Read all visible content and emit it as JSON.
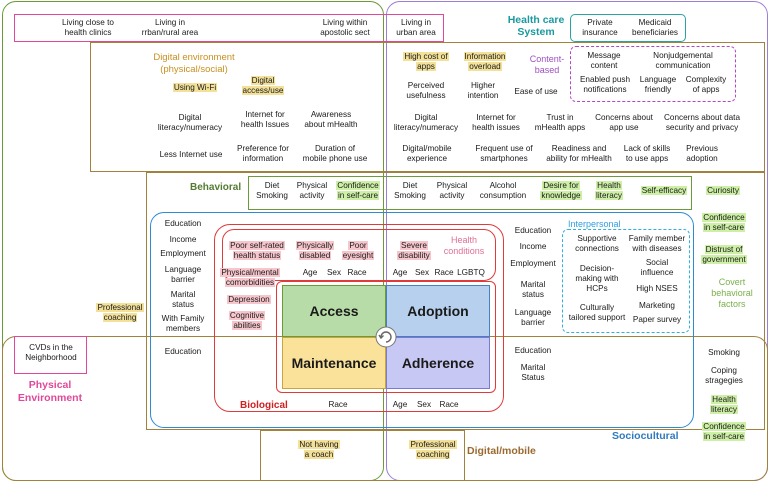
{
  "labels": {
    "health_care_system_1": "Health care",
    "health_care_system_2": "System",
    "digital_environment_1": "Digital environment",
    "digital_environment_2": "(physical/social)",
    "content_based_1": "Content-",
    "content_based_2": "based",
    "behavioral": "Behavioral",
    "health_conditions_1": "Health",
    "health_conditions_2": "conditions",
    "interpersonal": "Interpersonal",
    "covert_1": "Covert",
    "covert_2": "behavioral",
    "covert_3": "factors",
    "physical_environment_1": "Physical",
    "physical_environment_2": "Environment",
    "biological": "Biological",
    "sociocultural": "Sociocultural",
    "digital_mobile": "Digital/mobile"
  },
  "center": {
    "access": "Access",
    "adoption": "Adoption",
    "maintenance": "Maintenance",
    "adherence": "Adherence"
  },
  "top_row": {
    "living_close_1": "Living close to",
    "living_close_2": "health clinics",
    "living_rrban_1": "Living in",
    "living_rrban_2": "rrban/rural area",
    "living_within_1": "Living within",
    "living_within_2": "apostolic sect",
    "living_urban_1": "Living in",
    "living_urban_2": "urban area",
    "private_1": "Private",
    "private_2": "insurance",
    "medicaid_1": "Medicaid",
    "medicaid_2": "beneficiaries"
  },
  "digital_env": {
    "using_wifi": "Using Wi-Fi",
    "digital_access_1": "Digital",
    "digital_access_2": "access/use",
    "lit_1": "Digital",
    "lit_2": "literacy/numeracy",
    "inet_1": "Internet for",
    "inet_2": "health Issues",
    "aware_1": "Awareness",
    "aware_2": "about mHealth",
    "less_internet": "Less Internet use",
    "pref_1": "Preference for",
    "pref_2": "information",
    "dur_1": "Duration of",
    "dur_2": "mobile phone use"
  },
  "digital_right": {
    "high_cost_1": "High cost of",
    "high_cost_2": "apps",
    "info_1": "Information",
    "info_2": "overload",
    "perc_1": "Perceived",
    "perc_2": "usefulness",
    "higher_1": "Higher",
    "higher_2": "intention",
    "ease": "Ease of use",
    "lit_1": "Digital",
    "lit_2": "literacy/numeracy",
    "inet_1": "Internet for",
    "inet_2": "health issues",
    "trust_1": "Trust in",
    "trust_2": "mHealth apps",
    "concern_app_1": "Concerns about",
    "concern_app_2": "app use",
    "concern_data_1": "Concerns about data",
    "concern_data_2": "security and privacy",
    "dm_1": "Digital/mobile",
    "dm_2": "experience",
    "freq_1": "Frequent use of",
    "freq_2": "smartphones",
    "ready_1": "Readiness and",
    "ready_2": "ability for mHealth",
    "lack_1": "Lack of skills",
    "lack_2": "to use apps",
    "prev_1": "Previous",
    "prev_2": "adoption"
  },
  "content": {
    "msg_1": "Message",
    "msg_2": "content",
    "nonj_1": "Nonjudgemental",
    "nonj_2": "communication",
    "push_1": "Enabled push",
    "push_2": "notifications",
    "lang_1": "Language",
    "lang_2": "friendly",
    "comp_1": "Complexity",
    "comp_2": "of apps"
  },
  "behavioral": {
    "diet": "Diet",
    "smoking": "Smoking",
    "phys_1": "Physical",
    "phys_2": "activity",
    "conf_1": "Confidence",
    "conf_2": "in self-care",
    "diet_r": "Diet",
    "smoking_r": "Smoking",
    "phys_r_1": "Physical",
    "phys_r_2": "activity",
    "alcohol_1": "Alcohol",
    "alcohol_2": "consumption",
    "desire_1": "Desire for",
    "desire_2": "knowledge",
    "hlit_1": "Health",
    "hlit_2": "literacy",
    "self_eff": "Self-efficacy",
    "curiosity": "Curiosity"
  },
  "covert": {
    "conf_1": "Confidence",
    "conf_2": "in self-care",
    "distrust_1": "Distrust of",
    "distrust_2": "government"
  },
  "socio_left": {
    "education": "Education",
    "income": "Income",
    "employment": "Employment",
    "lang_1": "Language",
    "lang_2": "barrier",
    "marital_1": "Marital",
    "marital_2": "status",
    "family_1": "With Family",
    "family_2": "members",
    "education2": "Education"
  },
  "socio_right": {
    "education": "Education",
    "income": "Income",
    "employment": "Employment",
    "marital_1": "Marital",
    "marital_2": "status",
    "lang_1": "Language",
    "lang_2": "barrier",
    "education2": "Education",
    "marital2_1": "Marital",
    "marital2_2": "Status"
  },
  "interpersonal": {
    "supp_1": "Supportive",
    "supp_2": "connections",
    "fam_1": "Family member",
    "fam_2": "with diseases",
    "dec_1": "Decision-",
    "dec_2": "making with",
    "dec_3": "HCPs",
    "soc_1": "Social",
    "soc_2": "influence",
    "nses": "High NSES",
    "cult_1": "Culturally",
    "cult_2": "tailored support",
    "marketing": "Marketing",
    "paper": "Paper survey"
  },
  "biological": {
    "poor_srh_1": "Poor self-rated",
    "poor_srh_2": "health status",
    "phys_dis_1": "Physically",
    "phys_dis_2": "disabled",
    "poor_eye_1": "Poor",
    "poor_eye_2": "eyesight",
    "severe_1": "Severe",
    "severe_2": "disability",
    "age": "Age",
    "sex": "Sex",
    "race": "Race",
    "age_r": "Age",
    "sex_r": "Sex",
    "race_r": "Race",
    "lgbtq": "LGBTQ",
    "comorb_1": "Physical/mental",
    "comorb_2": "comorbidities",
    "depression": "Depression",
    "cog_1": "Cognitive",
    "cog_2": "abilities",
    "race_bottom": "Race",
    "age_b": "Age",
    "sex_b": "Sex",
    "race_b": "Race"
  },
  "misc": {
    "prof_coach_1": "Professional",
    "prof_coach_2": "coaching",
    "cvd_1": "CVDs in the",
    "cvd_2": "Neighborhood",
    "not_coach_1": "Not having",
    "not_coach_2": "a coach",
    "prof_coach_b_1": "Professional",
    "prof_coach_b_2": "coaching"
  },
  "right_bottom": {
    "smoking": "Smoking",
    "coping_1": "Coping",
    "coping_2": "stragegies",
    "hlit_1": "Health",
    "hlit_2": "literacy",
    "conf_1": "Confidence",
    "conf_2": "in self-care"
  },
  "colors": {
    "green_border": "#6a9a3a",
    "purple_border": "#9b7fd4",
    "pink_border": "#e0489a",
    "teal_border": "#2aa3a0",
    "brown_border": "#8a6a3a",
    "blue_border": "#2f8ad4",
    "red_border": "#e03a3a",
    "access_fill": "#b7dca8",
    "adoption_fill": "#b6d0ee",
    "maintenance_fill": "#fbe29a",
    "adherence_fill": "#c8c8f4",
    "highlight_yellow": "#f3e19a",
    "highlight_green": "#cdf0a6",
    "highlight_pink": "#f7c6cc"
  }
}
